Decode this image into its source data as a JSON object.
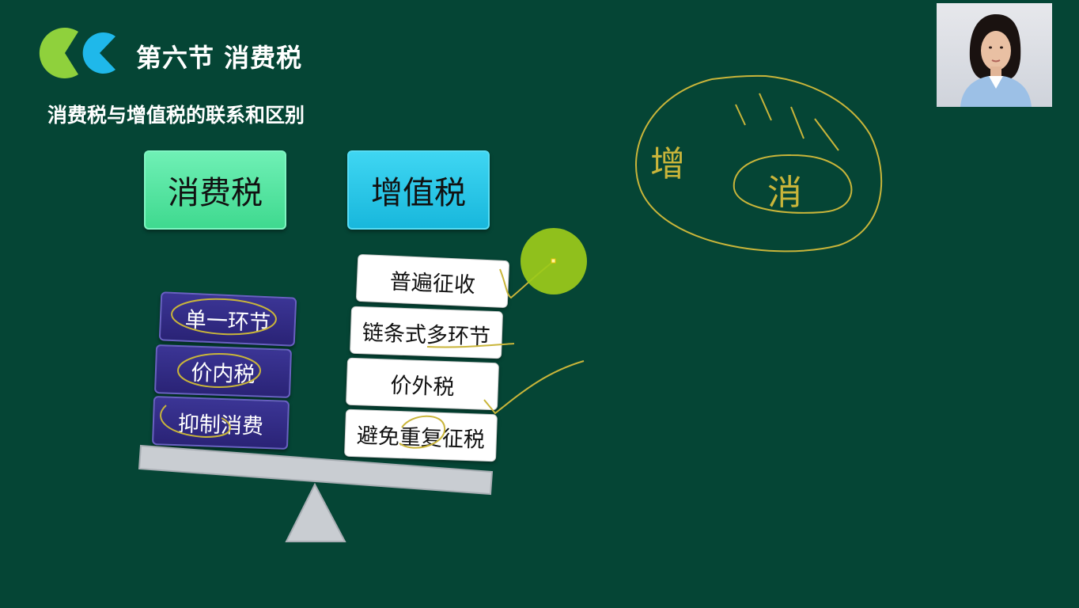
{
  "header": {
    "title": "第六节 消费税",
    "subtitle": "消费税与增值税的联系和区别"
  },
  "comparison": {
    "consumption_tax_label": "消费税",
    "vat_label": "增值税",
    "consumption_tax_features": [
      "单一环节",
      "价内税",
      "抑制消费"
    ],
    "vat_features": [
      "普遍征收",
      "链条式多环节",
      "价外税",
      "避免重复征税"
    ]
  },
  "annotations": {
    "handwritten_outer": "增",
    "handwritten_inner": "消"
  },
  "colors": {
    "background": "#054535",
    "consumption_tax_box": "#4fe3a0",
    "vat_box": "#1fc1e4",
    "feature_box_left": "#2f2a82",
    "pen": "#c9b53a",
    "pointer": "#9ccb1a"
  }
}
